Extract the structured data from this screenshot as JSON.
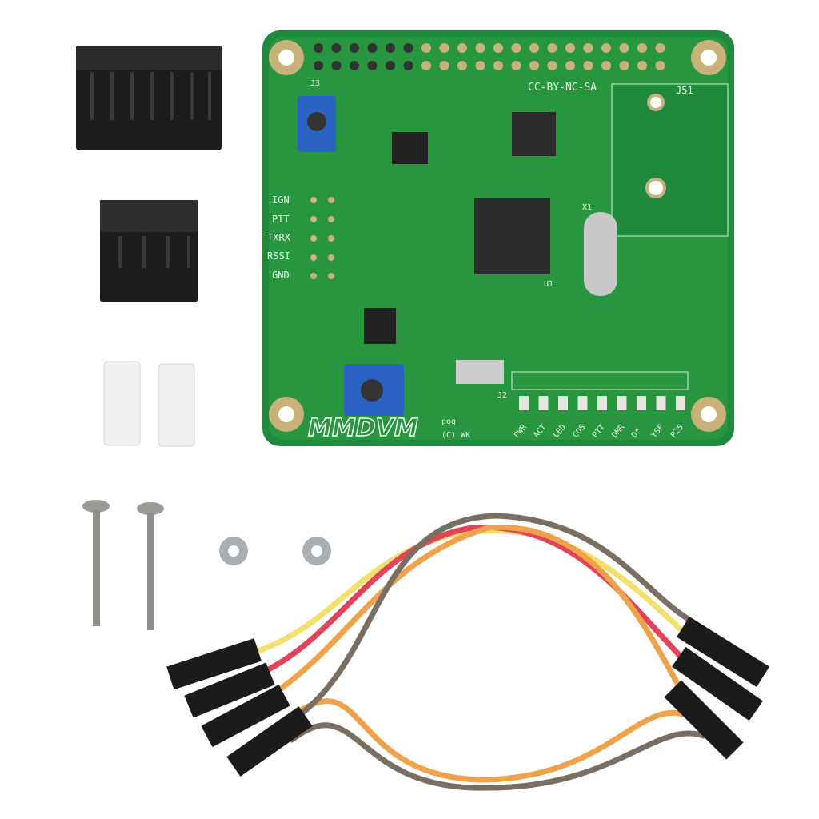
{
  "board": {
    "license": "CC-BY-NC-SA",
    "connector_j51": "J51",
    "connector_j3": "J3",
    "connector_j2": "J2",
    "chip_u1": "U1",
    "crystal": "X1",
    "pin_labels": [
      "IGN",
      "PTT",
      "TXRX",
      "RSSI",
      "GND"
    ],
    "logo": "MMDVM",
    "logo_suffix": "pog",
    "copyright": "(C) WK",
    "led_labels": [
      "PWR",
      "ACT",
      "LED",
      "COS",
      "PTT",
      "DMR",
      "D*",
      "YSF",
      "P25"
    ]
  },
  "colors": {
    "pcb": "#1f8a3c",
    "pcb_light": "#2da04a",
    "pot": "#2a63c4",
    "connector": "#1c1c1c",
    "wire_yellow": "#f2e06a",
    "wire_red": "#e2435b",
    "wire_orange": "#f0a24a",
    "wire_brown": "#7a6e62"
  }
}
